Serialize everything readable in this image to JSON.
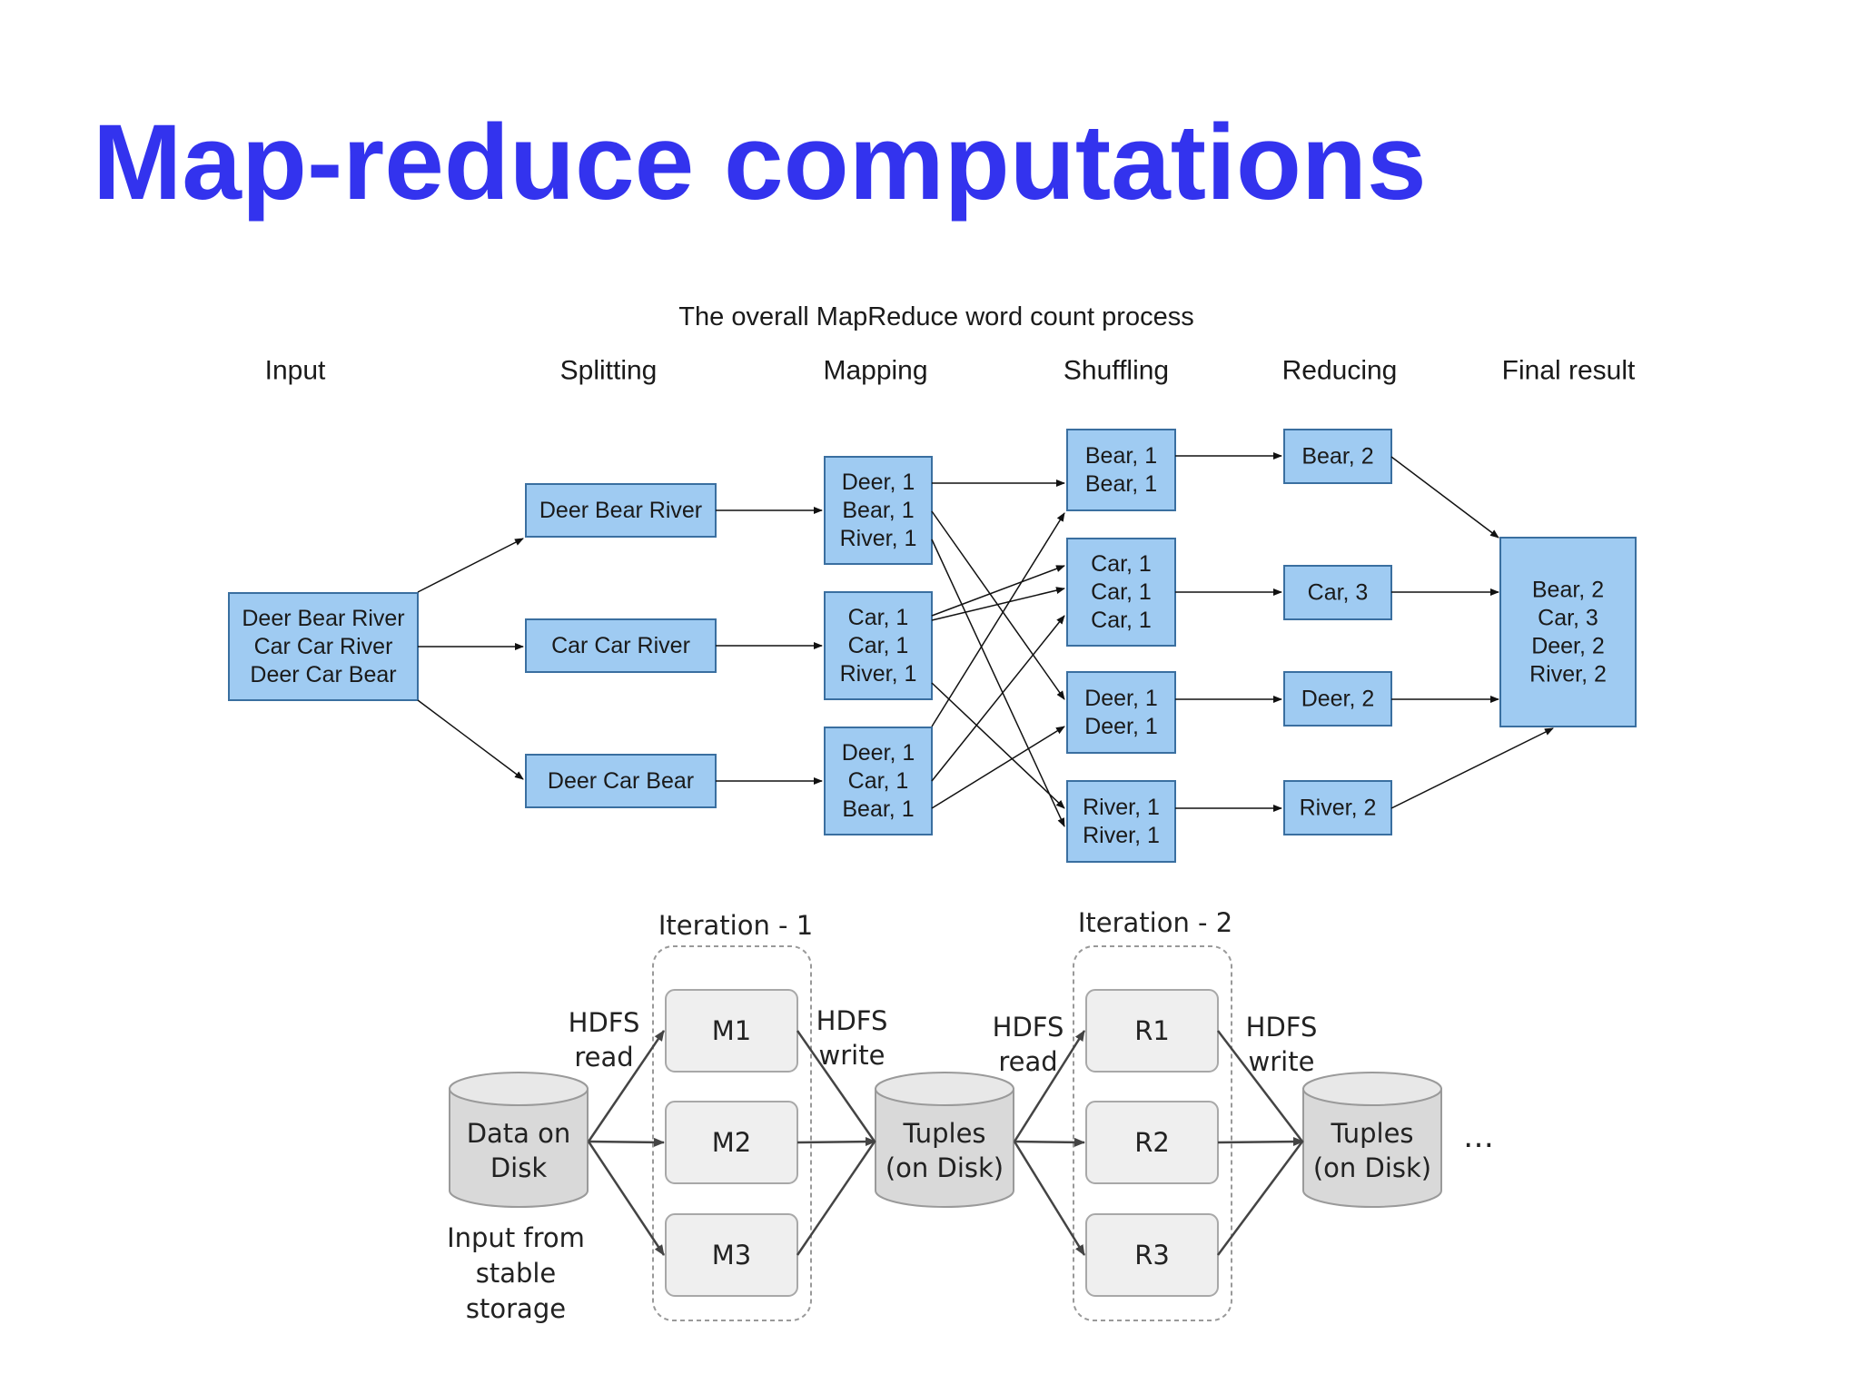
{
  "slide": {
    "title": "Map-reduce computations"
  },
  "wordcount": {
    "title": "The overall MapReduce word count process",
    "stages": [
      "Input",
      "Splitting",
      "Mapping",
      "Shuffling",
      "Reducing",
      "Final result"
    ],
    "input": [
      "Deer Bear River",
      "Car Car River",
      "Deer Car Bear"
    ],
    "splits": [
      "Deer Bear River",
      "Car Car River",
      "Deer Car Bear"
    ],
    "mapping": [
      [
        "Deer, 1",
        "Bear, 1",
        "River, 1"
      ],
      [
        "Car, 1",
        "Car, 1",
        "River, 1"
      ],
      [
        "Deer, 1",
        "Car, 1",
        "Bear, 1"
      ]
    ],
    "shuffling": [
      [
        "Bear, 1",
        "Bear, 1"
      ],
      [
        "Car, 1",
        "Car, 1",
        "Car, 1"
      ],
      [
        "Deer, 1",
        "Deer, 1"
      ],
      [
        "River, 1",
        "River, 1"
      ]
    ],
    "reducing": [
      "Bear, 2",
      "Car, 3",
      "Deer, 2",
      "River, 2"
    ],
    "final": [
      "Bear, 2",
      "Car, 3",
      "Deer, 2",
      "River, 2"
    ],
    "colors": {
      "box_fill": "#9fcbf2",
      "box_stroke": "#3a6fa0",
      "arrow": "#111111"
    }
  },
  "iterations": {
    "labels": [
      "Iteration - 1",
      "Iteration - 2"
    ],
    "source_db": [
      "Data on",
      "Disk"
    ],
    "source_caption": [
      "Input from",
      "stable",
      "storage"
    ],
    "mid_db": [
      "Tuples",
      "(on Disk)"
    ],
    "end_db": [
      "Tuples",
      "(on Disk)"
    ],
    "ellipsis": "…",
    "maps": [
      "M1",
      "M2",
      "M3"
    ],
    "reduces": [
      "R1",
      "R2",
      "R3"
    ],
    "edge_labels": {
      "read1": [
        "HDFS",
        "read"
      ],
      "write1": [
        "HDFS",
        "write"
      ],
      "read2": [
        "HDFS",
        "read"
      ],
      "write2": [
        "HDFS",
        "write"
      ]
    },
    "colors": {
      "db_fill": "#d9d9d9",
      "db_stroke": "#9a9a9a",
      "node_fill": "#efefef",
      "node_stroke": "#a8a8a8",
      "group_stroke": "#999999",
      "arrow": "#444444"
    }
  }
}
